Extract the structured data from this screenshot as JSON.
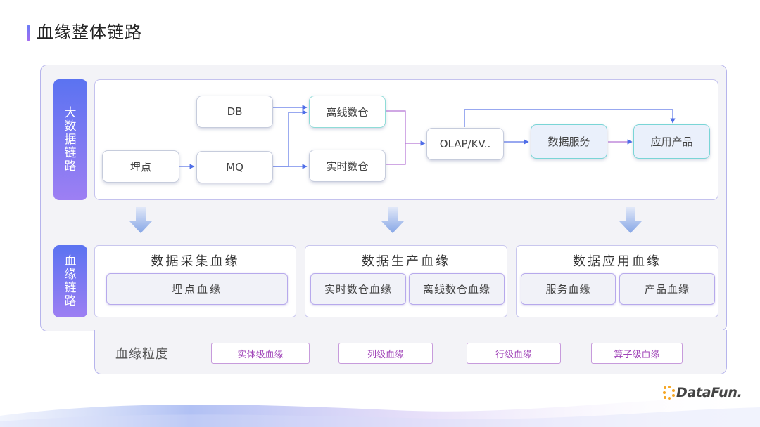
{
  "page": {
    "title": "血缘整体链路"
  },
  "big_data_chain": {
    "label": "大数据链路",
    "nodes": {
      "tracking": "埋点",
      "db": "DB",
      "mq": "MQ",
      "offline_warehouse": "离线数仓",
      "realtime_warehouse": "实时数仓",
      "olap": "OLAP/KV..",
      "data_service": "数据服务",
      "app_product": "应用产品"
    }
  },
  "lineage_chain": {
    "label": "血缘链路",
    "panels": [
      {
        "title": "数据采集血缘",
        "items": [
          "埋点血缘"
        ]
      },
      {
        "title": "数据生产血缘",
        "items": [
          "实时数仓血缘",
          "离线数仓血缘"
        ]
      },
      {
        "title": "数据应用血缘",
        "items": [
          "服务血缘",
          "产品血缘"
        ]
      }
    ]
  },
  "granularity": {
    "label": "血缘粒度",
    "items": [
      "实体级血缘",
      "列级血缘",
      "行级血缘",
      "算子级血缘"
    ]
  },
  "logo": {
    "text": "DataFun.",
    "accent_color": "#f5a623"
  },
  "colors": {
    "accent_blue": "#5b73f1",
    "accent_purple": "#9d7ff3",
    "border_lavender": "#b6b4ec"
  }
}
